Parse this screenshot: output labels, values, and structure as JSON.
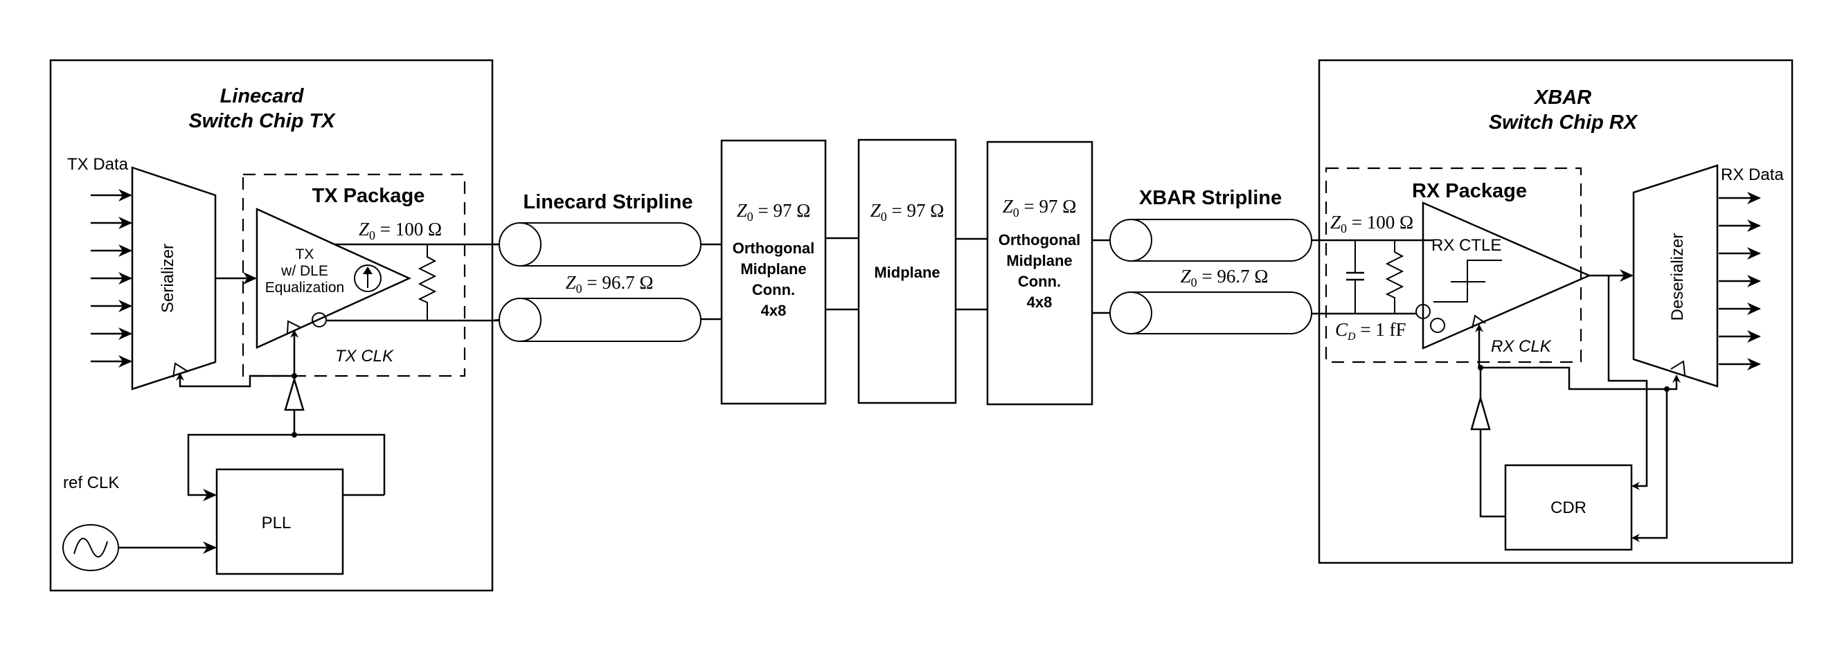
{
  "colors": {
    "tx_clk": "#3d8fe6",
    "rx_clk": "#e8553f",
    "line": "#000000",
    "background": "#ffffff"
  },
  "tx_chip": {
    "title_line1": "Linecard",
    "title_line2": "Switch Chip TX",
    "tx_data_label": "TX Data",
    "serializer_label": "Serializer",
    "input_count": 7,
    "package": {
      "title": "TX Package",
      "driver_line1": "TX",
      "driver_line2": "w/ DLE",
      "driver_line3": "Equalization",
      "z0_label": "Z",
      "z0_sub": "0",
      "z0_value": " = 100 Ω",
      "clk_label": "TX CLK"
    },
    "ref_clk_label": "ref CLK",
    "pll_label": "PLL",
    "icons": [
      "current-source-icon",
      "oscillator-icon",
      "resistor-icon",
      "clock-buffer-icon"
    ]
  },
  "linecard_stripline": {
    "title": "Linecard Stripline",
    "z0_label": "Z",
    "z0_sub": "0",
    "z0_value": " = 96.7 Ω"
  },
  "connectors": [
    {
      "z0_label": "Z",
      "z0_sub": "0",
      "z0_value": " = 97 Ω",
      "lines": [
        "Orthogonal",
        "Midplane",
        "Conn.",
        "4x8"
      ]
    },
    {
      "z0_label": "Z",
      "z0_sub": "0",
      "z0_value": " = 97 Ω",
      "lines": [
        "Midplane"
      ]
    },
    {
      "z0_label": "Z",
      "z0_sub": "0",
      "z0_value": " = 97 Ω",
      "lines": [
        "Orthogonal",
        "Midplane",
        "Conn.",
        "4x8"
      ]
    }
  ],
  "xbar_stripline": {
    "title": "XBAR Stripline",
    "z0_label": "Z",
    "z0_sub": "0",
    "z0_value": " = 96.7 Ω"
  },
  "rx_chip": {
    "title_line1": "XBAR",
    "title_line2": "Switch Chip RX",
    "rx_data_label": "RX Data",
    "deserializer_label": "Deserializer",
    "output_count": 7,
    "package": {
      "title": "RX Package",
      "z0_label": "Z",
      "z0_sub": "0",
      "z0_value": " = 100 Ω",
      "cd_label": "C",
      "cd_sub": "D",
      "cd_value": " = 1 fF",
      "ctle_label": "RX CTLE",
      "clk_label": "RX CLK"
    },
    "cdr_label": "CDR"
  }
}
